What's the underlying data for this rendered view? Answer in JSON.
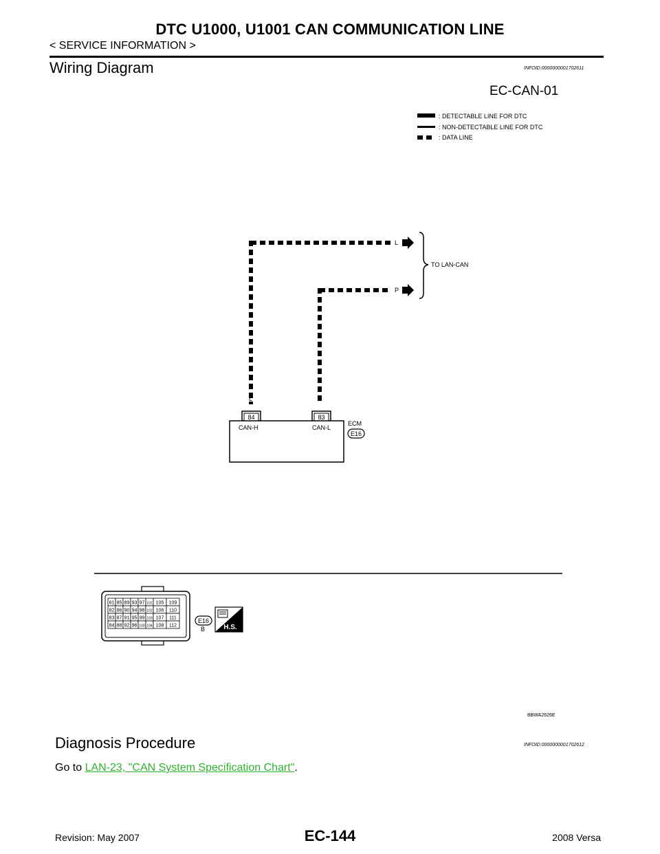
{
  "header": {
    "title": "DTC U1000, U1001 CAN COMMUNICATION LINE",
    "breadcrumb": "< SERVICE INFORMATION >"
  },
  "sections": {
    "wiring": {
      "title": "Wiring Diagram",
      "infoid": "INFOID:0000000001702611"
    },
    "diagnosis": {
      "title": "Diagnosis Procedure",
      "infoid": "INFOID:0000000001702612"
    }
  },
  "diagram": {
    "code": "EC-CAN-01",
    "legend": [
      ": DETECTABLE LINE FOR DTC",
      ": NON-DETECTABLE LINE FOR DTC",
      ": DATA LINE"
    ],
    "arrow_labels": {
      "upper": "L",
      "lower": "P"
    },
    "destination": "TO LAN-CAN",
    "wire_colors": {
      "left": "L",
      "right": "P"
    },
    "pins": {
      "left": "84",
      "right": "83"
    },
    "pin_names": {
      "left": "CAN-H",
      "right": "CAN-L"
    },
    "module": "ECM",
    "connector_id": "E16",
    "connector_color": "B",
    "connector_grid": [
      [
        "61",
        "85",
        "89",
        "93",
        "97",
        "101",
        "105",
        "109"
      ],
      [
        "82",
        "86",
        "90",
        "94",
        "98",
        "102",
        "106",
        "110"
      ],
      [
        "83",
        "87",
        "91",
        "95",
        "99",
        "103",
        "107",
        "111"
      ],
      [
        "84",
        "88",
        "92",
        "96",
        "100",
        "104",
        "108",
        "112"
      ]
    ],
    "badge": "H.S.",
    "figure_id": "BBWA2626E"
  },
  "body": {
    "prefix": "Go to ",
    "link": "LAN-23, \"CAN System Specification Chart\"",
    "suffix": "."
  },
  "footer": {
    "revision": "Revision: May 2007",
    "page": "EC-144",
    "model": "2008 Versa"
  }
}
